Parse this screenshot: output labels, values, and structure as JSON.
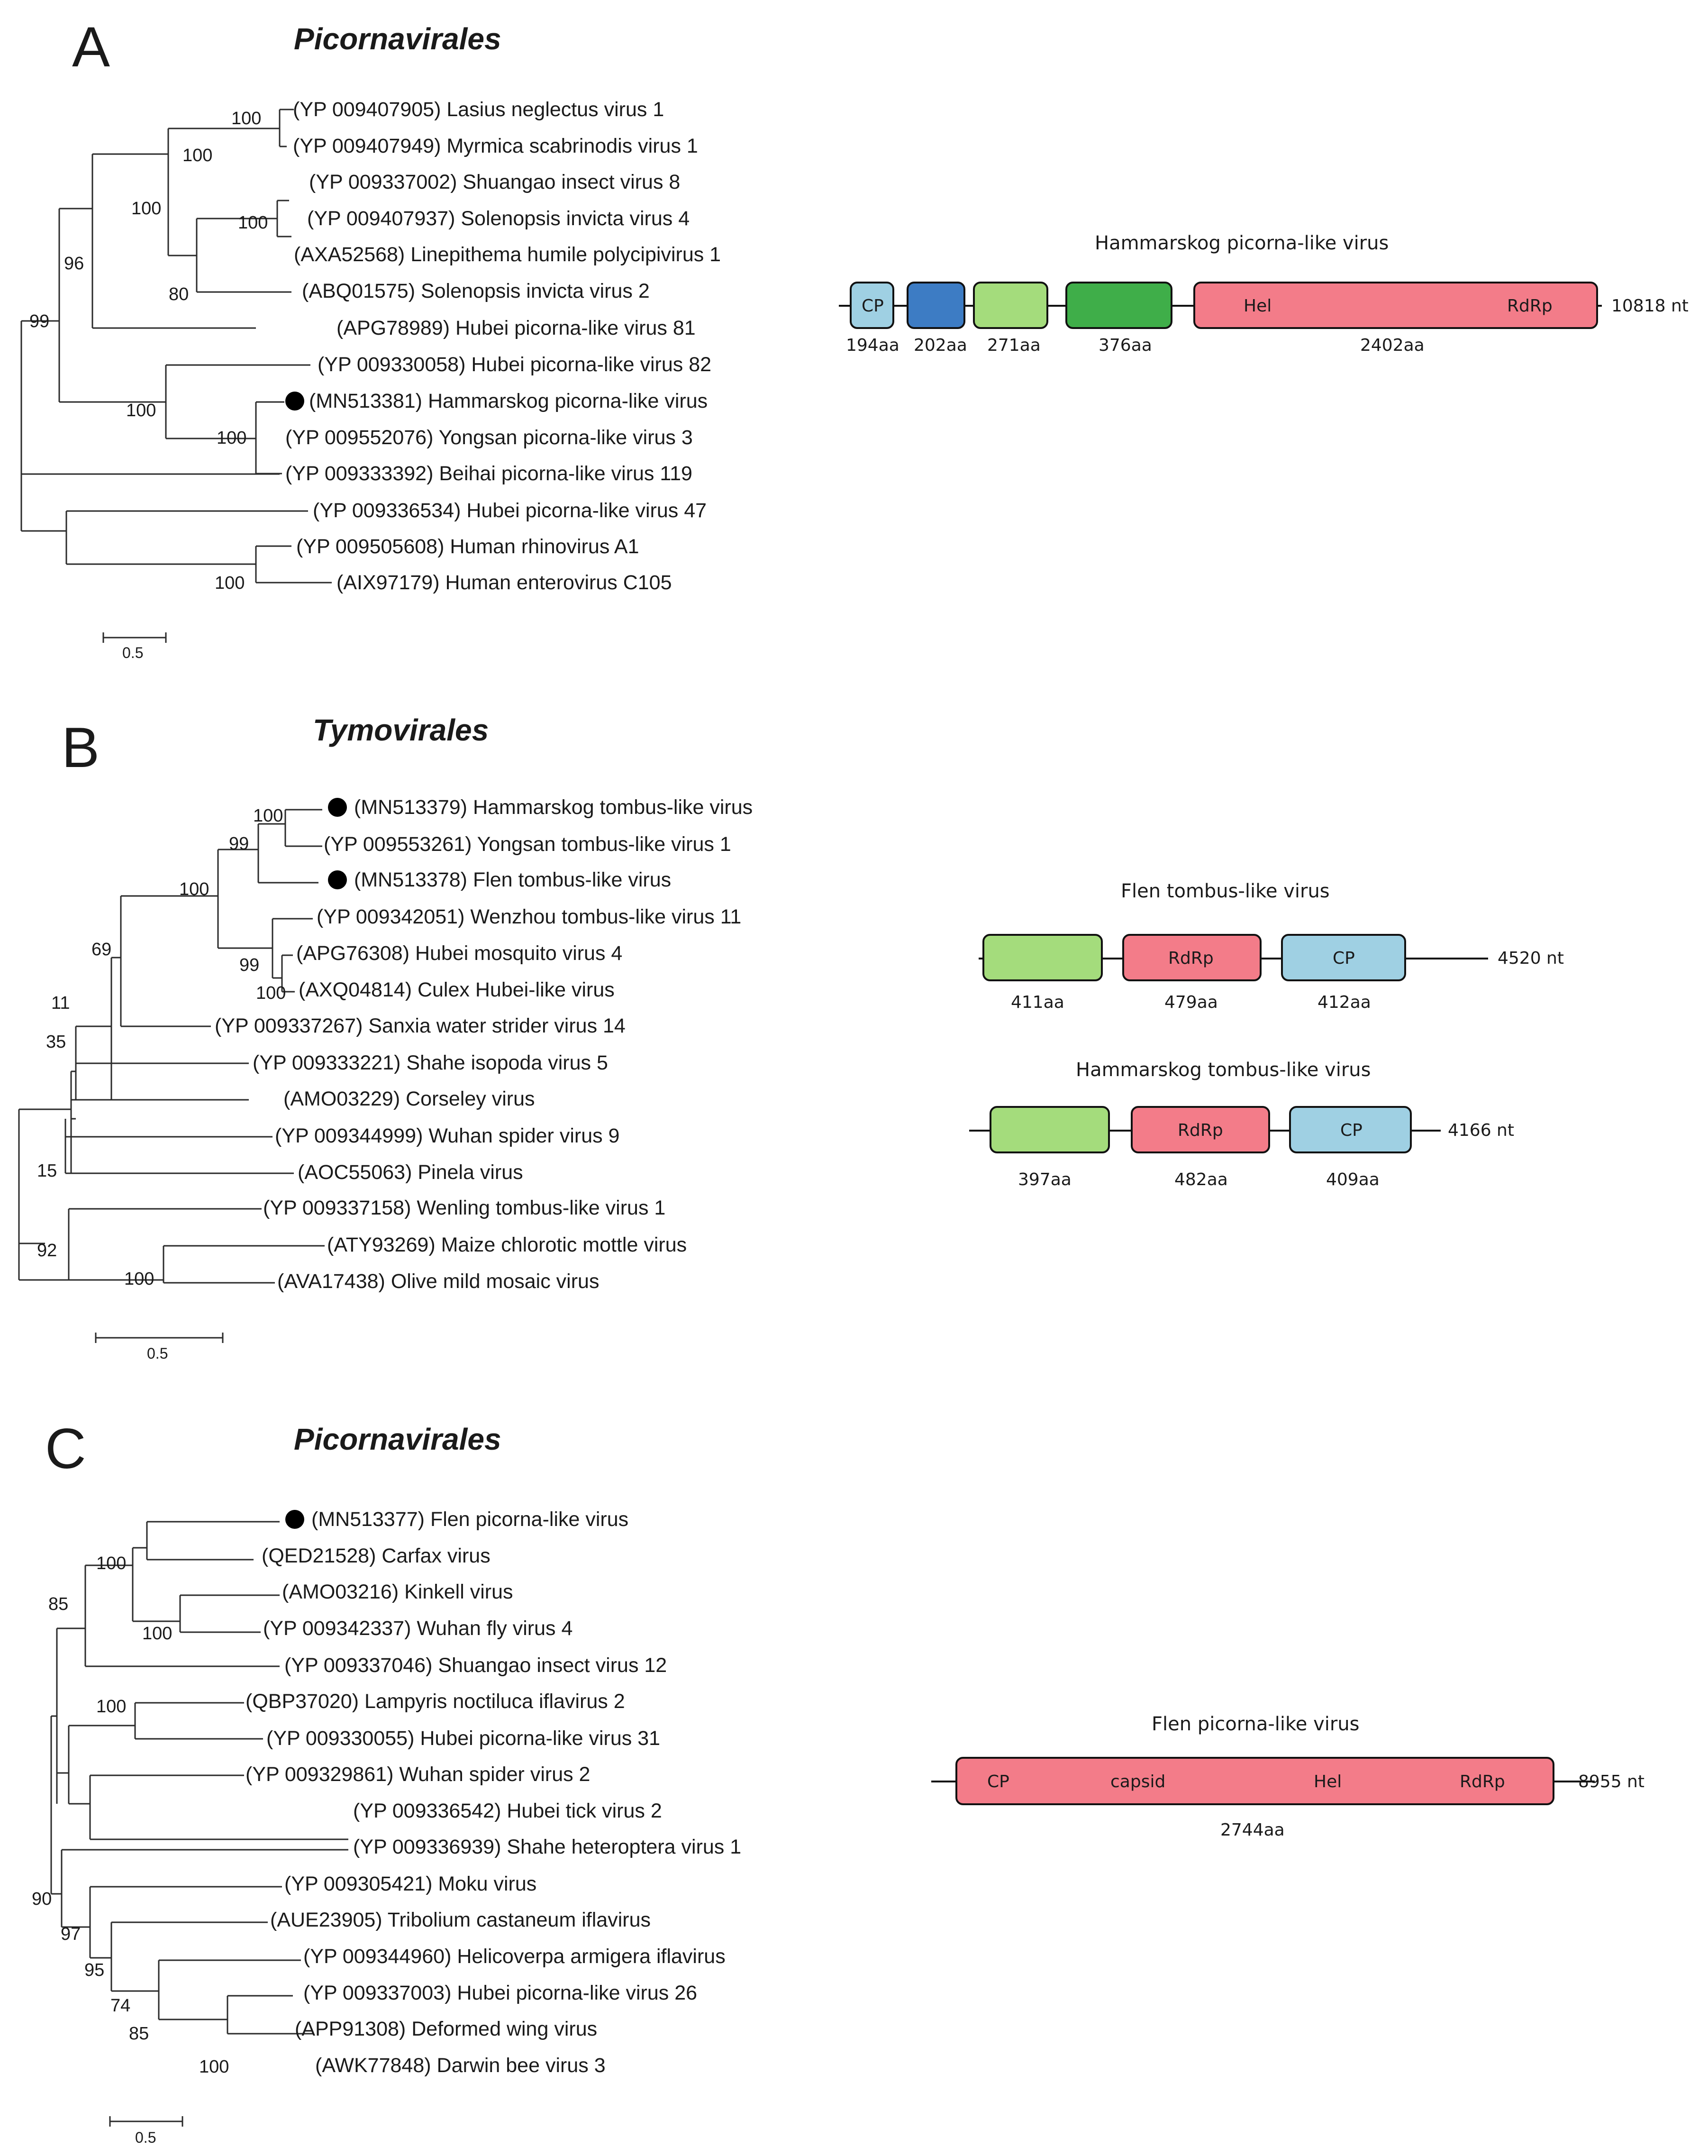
{
  "panels": [
    {
      "letter": "A",
      "title": "Picornavirales",
      "scale_label": "0.5",
      "leaves": [
        {
          "label": "(YP 009407905) Lasius neglectus virus 1",
          "marked": false
        },
        {
          "label": "(YP 009407949) Myrmica scabrinodis virus 1",
          "marked": false
        },
        {
          "label": "(YP 009337002) Shuangao insect virus 8",
          "marked": false
        },
        {
          "label": "(YP 009407937) Solenopsis invicta virus 4",
          "marked": false
        },
        {
          "label": "(AXA52568) Linepithema humile polycipivirus 1",
          "marked": false
        },
        {
          "label": "(ABQ01575) Solenopsis invicta virus 2",
          "marked": false
        },
        {
          "label": "(APG78989) Hubei picorna-like virus 81",
          "marked": false
        },
        {
          "label": "(YP 009330058) Hubei picorna-like virus 82",
          "marked": false
        },
        {
          "label": "(MN513381) Hammarskog picorna-like virus",
          "marked": true
        },
        {
          "label": "(YP 009552076) Yongsan picorna-like virus 3",
          "marked": false
        },
        {
          "label": "(YP 009333392) Beihai picorna-like virus 119",
          "marked": false
        },
        {
          "label": "(YP 009336534) Hubei picorna-like virus 47",
          "marked": false
        },
        {
          "label": "(YP 009505608) Human rhinovirus A1",
          "marked": false
        },
        {
          "label": "(AIX97179) Human enterovirus C105",
          "marked": false
        }
      ],
      "bootstraps": [
        "100",
        "100",
        "100",
        "100",
        "80",
        "96",
        "99",
        "100",
        "100",
        "100"
      ]
    },
    {
      "letter": "B",
      "title": "Tymovirales",
      "scale_label": "0.5",
      "leaves": [
        {
          "label": "(MN513379) Hammarskog tombus-like virus",
          "marked": true
        },
        {
          "label": "(YP 009553261) Yongsan tombus-like virus 1",
          "marked": false
        },
        {
          "label": "(MN513378) Flen tombus-like virus",
          "marked": true
        },
        {
          "label": "(YP 009342051) Wenzhou tombus-like virus 11",
          "marked": false
        },
        {
          "label": "(APG76308) Hubei mosquito virus 4",
          "marked": false
        },
        {
          "label": "(AXQ04814) Culex Hubei-like virus",
          "marked": false
        },
        {
          "label": "(YP 009337267) Sanxia water strider virus 14",
          "marked": false
        },
        {
          "label": "(YP 009333221) Shahe isopoda virus 5",
          "marked": false
        },
        {
          "label": "(AMO03229) Corseley virus",
          "marked": false
        },
        {
          "label": "(YP 009344999) Wuhan spider virus 9",
          "marked": false
        },
        {
          "label": "(AOC55063) Pinela virus",
          "marked": false
        },
        {
          "label": "(YP 009337158) Wenling tombus-like virus 1",
          "marked": false
        },
        {
          "label": "(ATY93269) Maize chlorotic mottle virus",
          "marked": false
        },
        {
          "label": "(AVA17438) Olive mild mosaic virus",
          "marked": false
        }
      ],
      "bootstraps": [
        "100",
        "99",
        "100",
        "99",
        "100",
        "69",
        "11",
        "35",
        "15",
        "92",
        "100"
      ]
    },
    {
      "letter": "C",
      "title": "Picornavirales",
      "scale_label": "0.5",
      "leaves": [
        {
          "label": "(MN513377) Flen picorna-like virus",
          "marked": true
        },
        {
          "label": "(QED21528) Carfax virus",
          "marked": false
        },
        {
          "label": "(AMO03216) Kinkell virus",
          "marked": false
        },
        {
          "label": "(YP 009342337) Wuhan fly virus 4",
          "marked": false
        },
        {
          "label": "(YP 009337046) Shuangao insect virus 12",
          "marked": false
        },
        {
          "label": "(QBP37020) Lampyris noctiluca iflavirus 2",
          "marked": false
        },
        {
          "label": "(YP 009330055) Hubei picorna-like virus 31",
          "marked": false
        },
        {
          "label": "(YP 009329861) Wuhan spider virus 2",
          "marked": false
        },
        {
          "label": "(YP 009336542) Hubei tick virus 2",
          "marked": false
        },
        {
          "label": "(YP 009336939) Shahe heteroptera virus 1",
          "marked": false
        },
        {
          "label": "(YP 009305421) Moku virus",
          "marked": false
        },
        {
          "label": "(AUE23905) Tribolium castaneum iflavirus",
          "marked": false
        },
        {
          "label": "(YP 009344960) Helicoverpa armigera iflavirus",
          "marked": false
        },
        {
          "label": "(YP 009337003) Hubei picorna-like virus 26",
          "marked": false
        },
        {
          "label": "(APP91308) Deformed wing virus",
          "marked": false
        },
        {
          "label": "(AWK77848) Darwin bee virus 3",
          "marked": false
        }
      ],
      "bootstraps": [
        "100",
        "100",
        "85",
        "100",
        "90",
        "97",
        "95",
        "74",
        "85",
        "100"
      ]
    }
  ],
  "genomes": [
    {
      "title": "Hammarskog picorna-like virus",
      "length": "10818 nt",
      "orfs": [
        {
          "label": "CP",
          "label2": "",
          "size": "194aa",
          "color": "#9fd0e3"
        },
        {
          "label": "",
          "label2": "",
          "size": "202aa",
          "color": "#3d7cc4"
        },
        {
          "label": "",
          "label2": "",
          "size": "271aa",
          "color": "#a4dc7c"
        },
        {
          "label": "",
          "label2": "",
          "size": "376aa",
          "color": "#3fae49"
        },
        {
          "label": "Hel",
          "label2": "RdRp",
          "size": "2402aa",
          "color": "#f37c89"
        }
      ]
    },
    {
      "title": "Flen tombus-like virus",
      "length": "4520 nt",
      "orfs": [
        {
          "label": "",
          "size": "411aa",
          "color": "#a4dc7c"
        },
        {
          "label": "RdRp",
          "size": "479aa",
          "color": "#f37c89"
        },
        {
          "label": "CP",
          "size": "412aa",
          "color": "#9fd0e3"
        }
      ]
    },
    {
      "title": "Hammarskog tombus-like virus",
      "length": "4166 nt",
      "orfs": [
        {
          "label": "",
          "size": "397aa",
          "color": "#a4dc7c"
        },
        {
          "label": "RdRp",
          "size": "482aa",
          "color": "#f37c89"
        },
        {
          "label": "CP",
          "size": "409aa",
          "color": "#9fd0e3"
        }
      ]
    },
    {
      "title": "Flen picorna-like virus",
      "length": "8955 nt",
      "domains": [
        "CP",
        "capsid",
        "Hel",
        "RdRp"
      ],
      "orfs": [
        {
          "label": "",
          "size": "2744aa",
          "color": "#f37c89"
        }
      ]
    }
  ]
}
